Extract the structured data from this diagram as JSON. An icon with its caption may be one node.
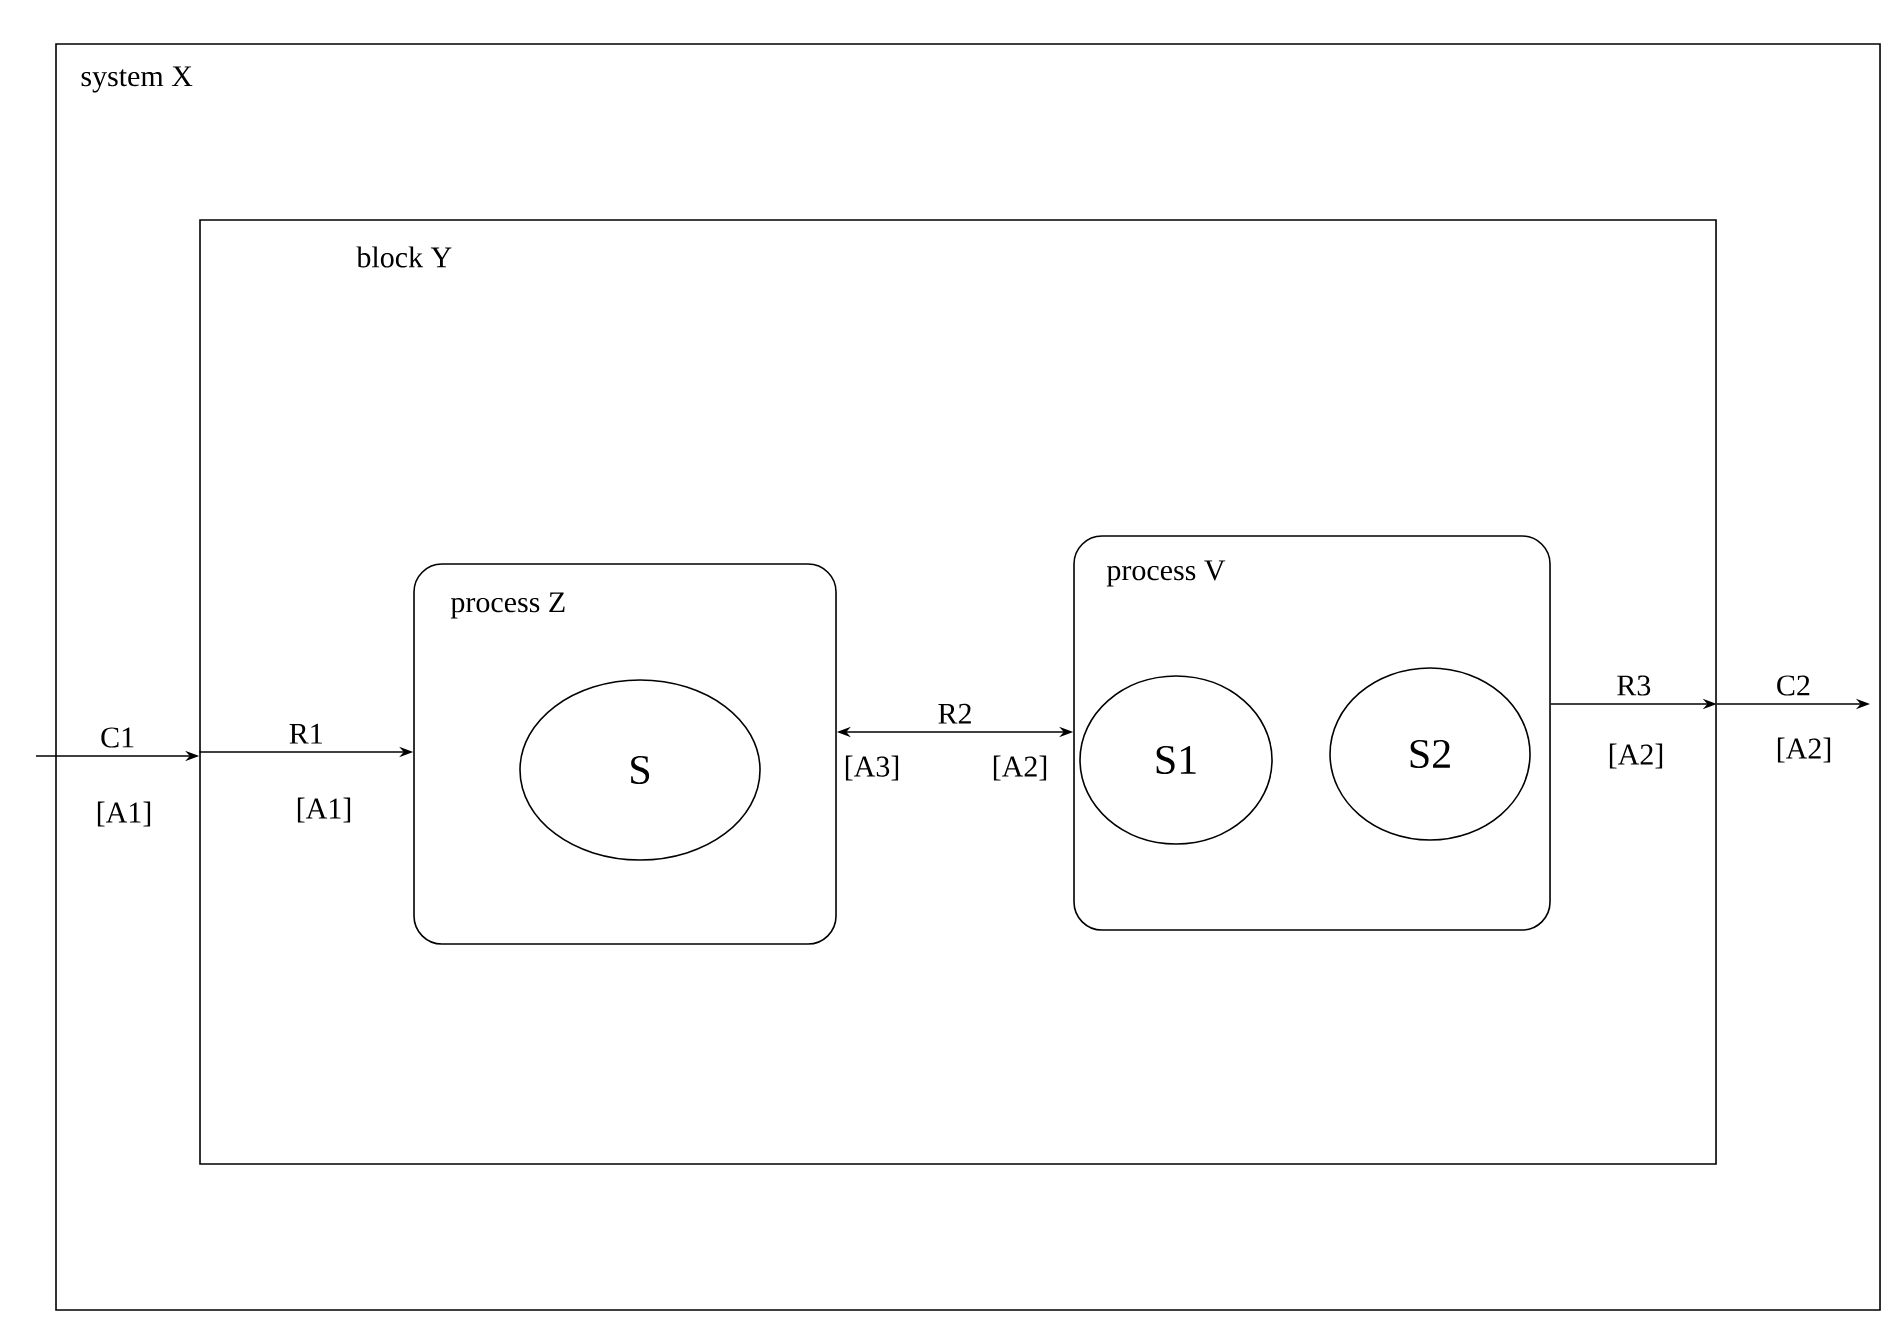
{
  "diagram": {
    "nodes": [
      {
        "text": [
          "system X"
        ]
      },
      {
        "text": [
          "block Y"
        ],
        "in": 0
      },
      {
        "text": [
          "process Z"
        ],
        "in": 1
      },
      {
        "text": [
          "S"
        ],
        "in": 2
      },
      {
        "text": [
          "process V"
        ],
        "in": 1
      },
      {
        "text": [
          "S1"
        ],
        "in": 4
      },
      {
        "text": [
          "S2"
        ],
        "in": 4
      }
    ],
    "edges": [
      {
        "from": null,
        "to": 1,
        "arrow": "to",
        "label": "C1"
      },
      {
        "from": 1,
        "to": 2,
        "arrow": "to",
        "label": "R1"
      },
      {
        "from": 2,
        "to": 4,
        "arrow": "both",
        "label": "R2"
      },
      {
        "from": 4,
        "to": 1,
        "arrow": "to",
        "label": "R3"
      },
      {
        "from": 1,
        "to": null,
        "arrow": "to",
        "label": "C2"
      }
    ],
    "labels": [
      "[A1]",
      "[A1]",
      "[A3]",
      "[A2]",
      "[A2]",
      "[A2]"
    ]
  }
}
